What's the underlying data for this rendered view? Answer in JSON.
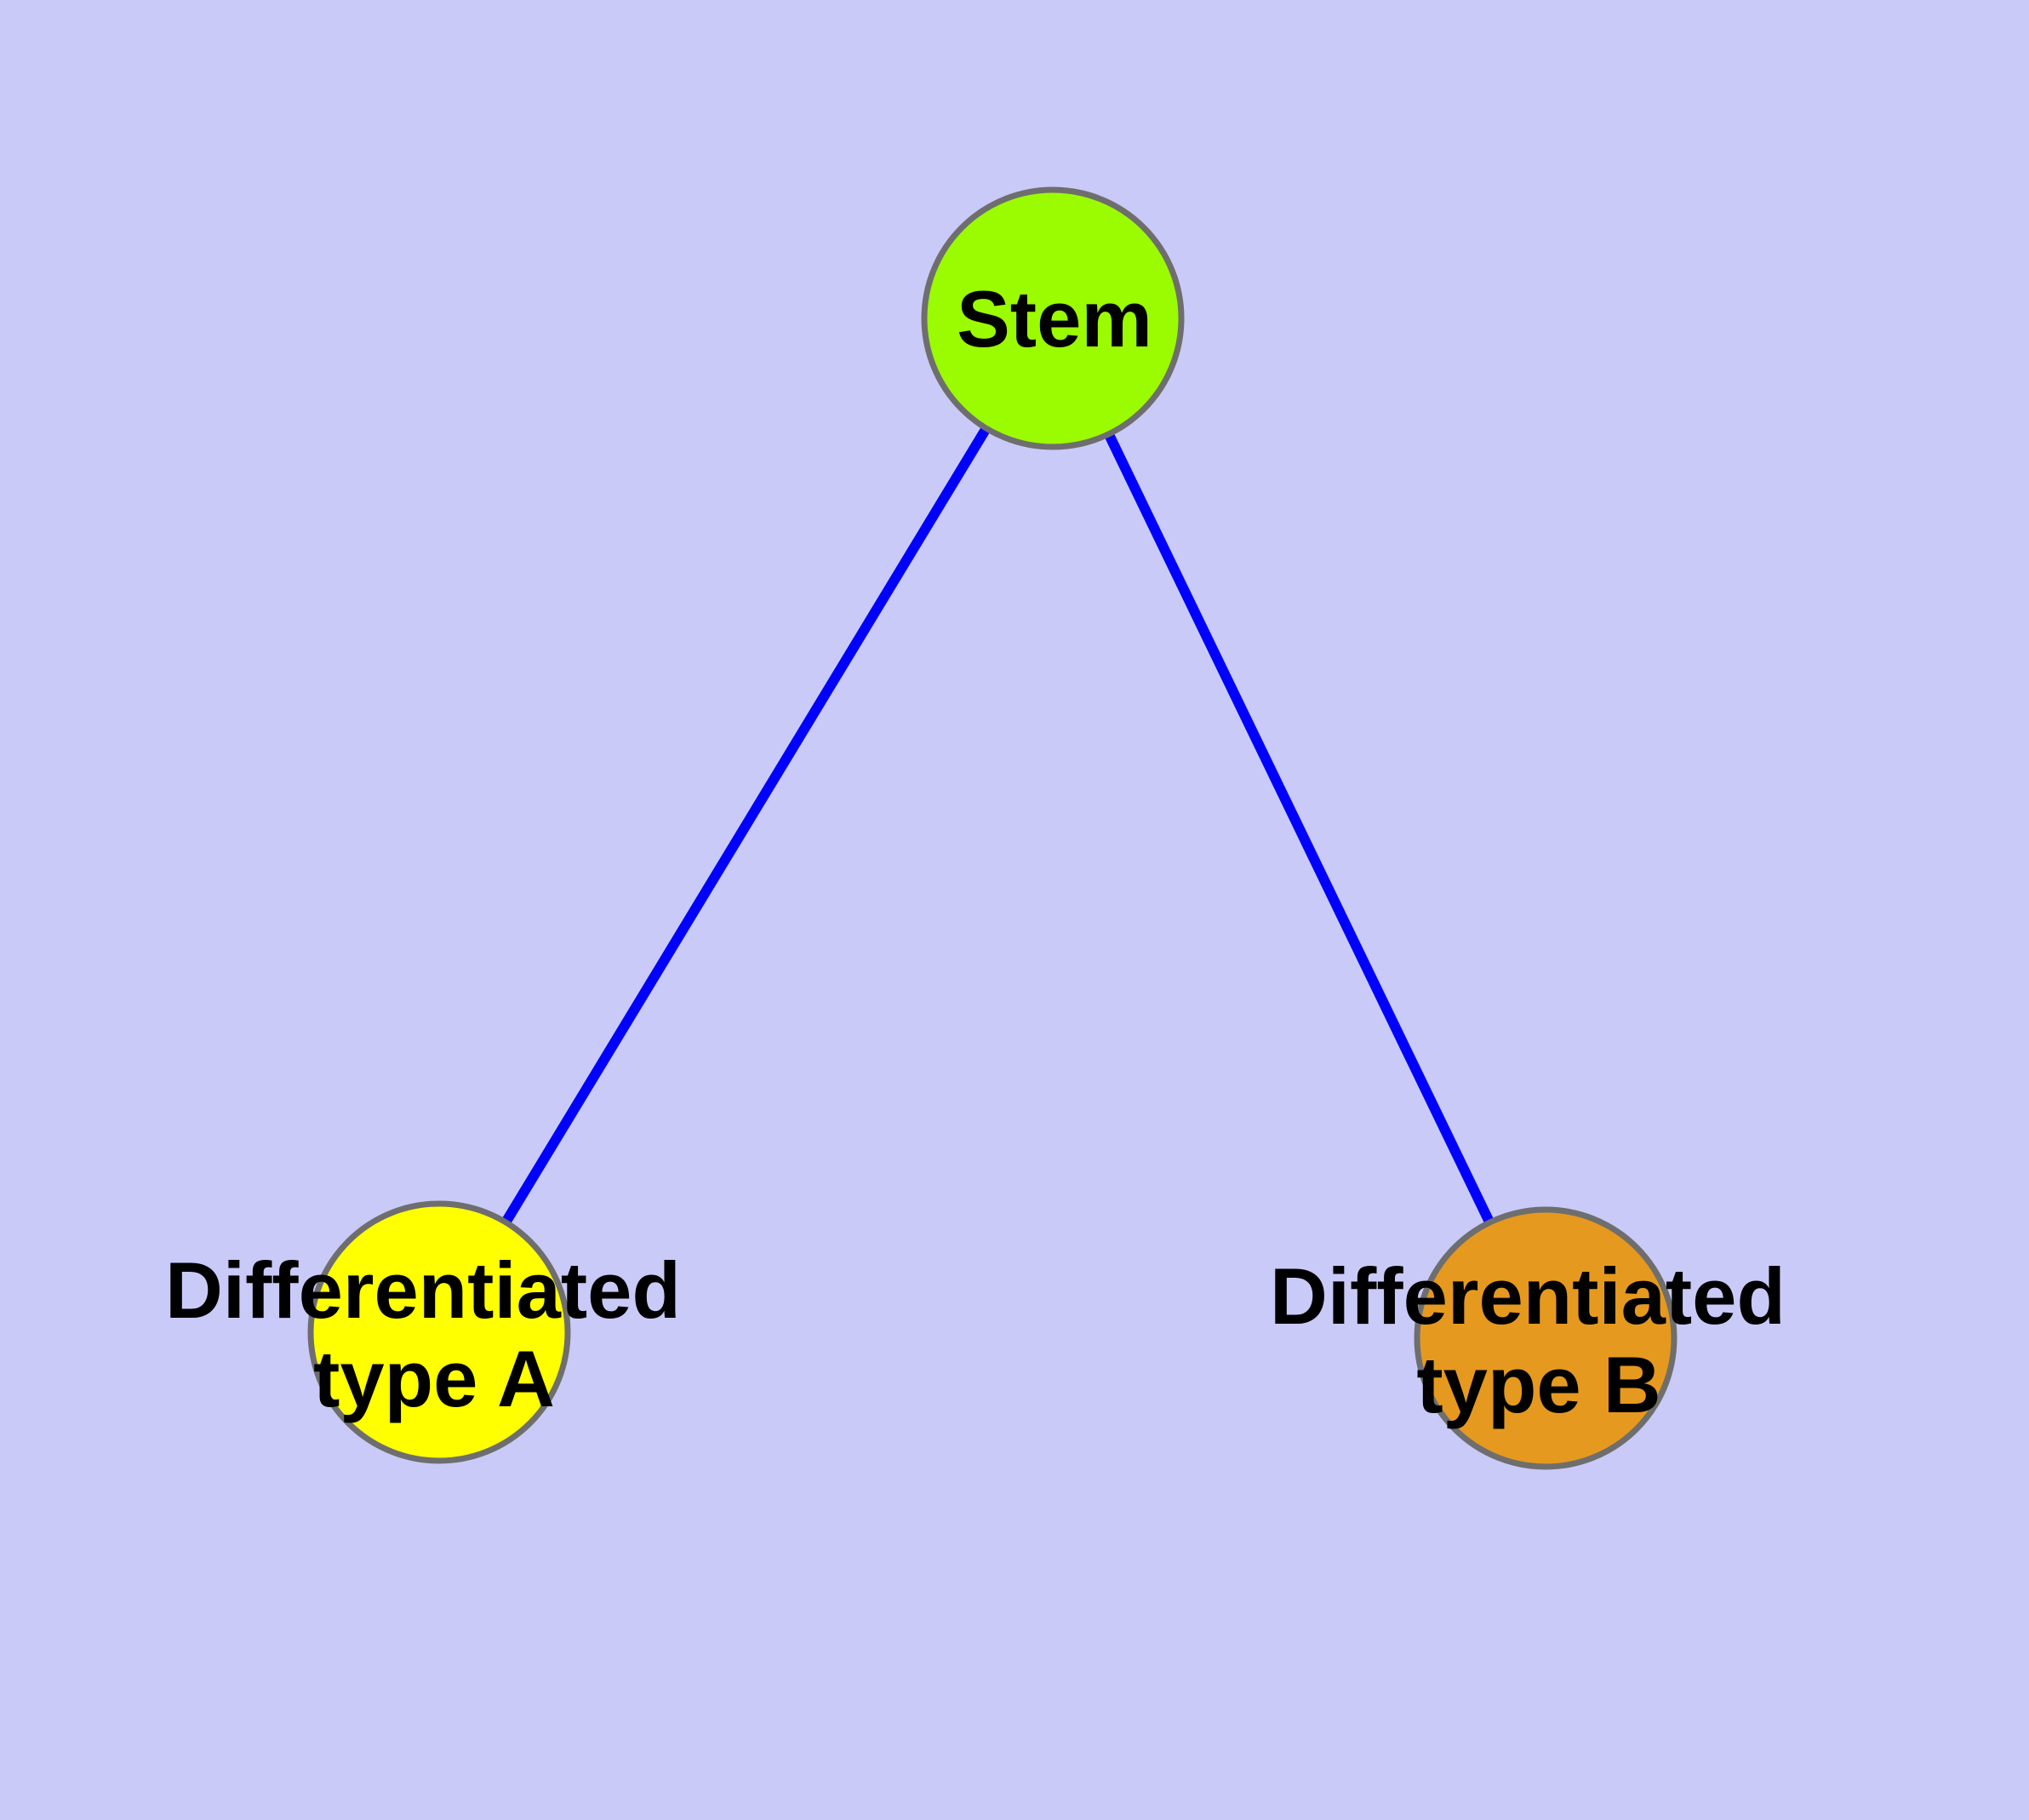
{
  "diagram": {
    "type": "node-link-graph",
    "background_color": "#CACAF8",
    "edge_color": "#0000FF",
    "edge_width": 12,
    "node_border_color": "#6E6E6E",
    "node_border_width": 7,
    "label_color": "#000000",
    "nodes": {
      "stem": {
        "label": "Stem",
        "fill": "#9BFB00"
      },
      "type_a": {
        "label": "Differentiated type A",
        "line1": "Differentiated",
        "line2": "type A",
        "fill": "#FFFF00"
      },
      "type_b": {
        "label": "Differentiated type B",
        "line1": "Differentiated",
        "line2": "type B",
        "fill": "#E6991F"
      }
    },
    "edges": [
      {
        "from": "Stem",
        "to": "Differentiated type A"
      },
      {
        "from": "Stem",
        "to": "Differentiated type B"
      }
    ]
  }
}
